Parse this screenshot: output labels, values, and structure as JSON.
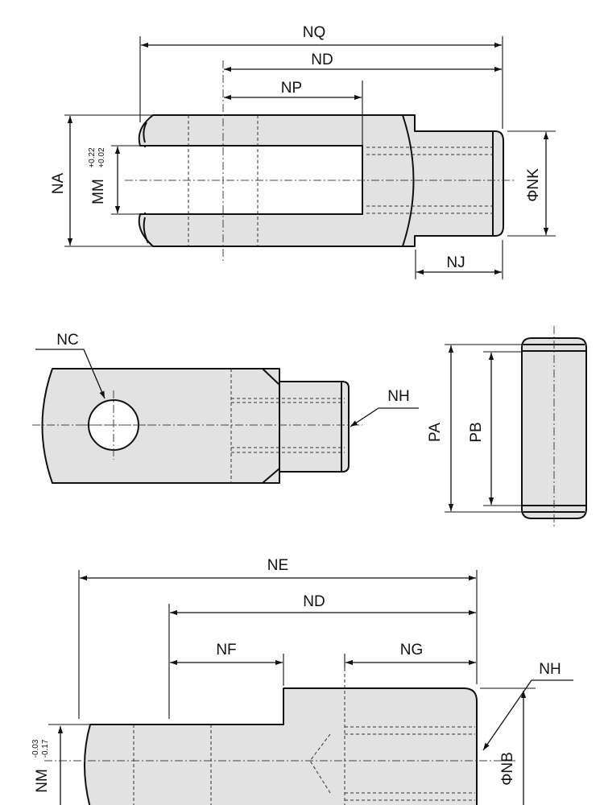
{
  "top_view": {
    "labels": {
      "nq": "NQ",
      "nd": "ND",
      "np": "NP",
      "na": "NA",
      "mm": "MM",
      "mm_tol_upper": "+0.22",
      "mm_tol_lower": "+0.02",
      "nk": "ΦNK",
      "nj": "NJ"
    }
  },
  "side_view": {
    "labels": {
      "nc": "NC",
      "nh": "NH"
    }
  },
  "end_view": {
    "labels": {
      "pa": "PA",
      "pb": "PB"
    }
  },
  "section_view": {
    "labels": {
      "ne": "NE",
      "nd": "ND",
      "nf": "NF",
      "ng": "NG",
      "nh": "NH",
      "nb": "ΦNB",
      "nm": "NM",
      "nm_tol_upper": "-0.03",
      "nm_tol_lower": "-0.17"
    }
  }
}
